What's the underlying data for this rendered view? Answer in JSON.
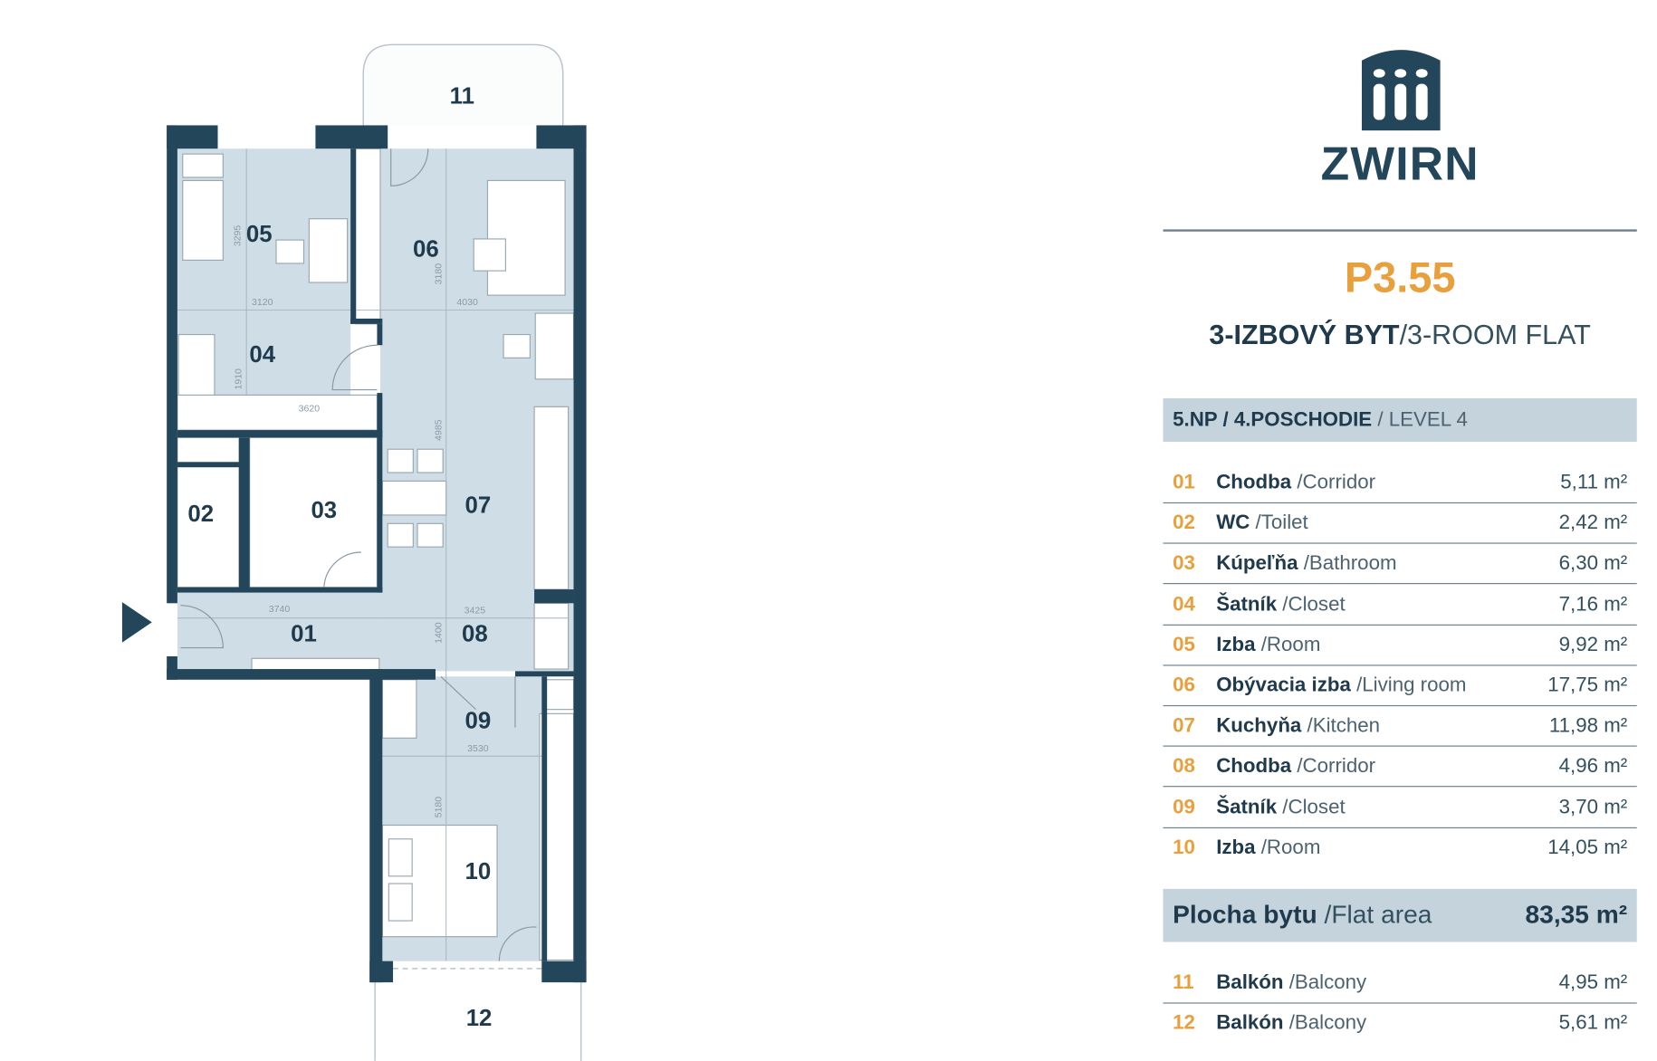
{
  "brand": {
    "name": "ZWIRN",
    "logo_icon": "building-arches-icon"
  },
  "flat": {
    "code": "P3.55",
    "type_sk": "3-IZBOVÝ BYT",
    "type_en": "/3-ROOM FLAT",
    "level_sk": "5.NP / 4.POSCHODIE",
    "level_en": " / LEVEL 4"
  },
  "rooms": [
    {
      "num": "01",
      "sk": "Chodba",
      "en": " /Corridor",
      "area": "5,11 m²"
    },
    {
      "num": "02",
      "sk": "WC",
      "en": " /Toilet",
      "area": "2,42 m²"
    },
    {
      "num": "03",
      "sk": "Kúpeľňa",
      "en": " /Bathroom",
      "area": "6,30 m²"
    },
    {
      "num": "04",
      "sk": "Šatník",
      "en": " /Closet",
      "area": "7,16 m²"
    },
    {
      "num": "05",
      "sk": "Izba",
      "en": " /Room",
      "area": "9,92 m²"
    },
    {
      "num": "06",
      "sk": "Obývacia izba",
      "en": " /Living room",
      "area": "17,75 m²"
    },
    {
      "num": "07",
      "sk": "Kuchyňa",
      "en": " /Kitchen",
      "area": "11,98 m²"
    },
    {
      "num": "08",
      "sk": "Chodba",
      "en": " /Corridor",
      "area": "4,96 m²"
    },
    {
      "num": "09",
      "sk": "Šatník",
      "en": " /Closet",
      "area": "3,70 m²"
    },
    {
      "num": "10",
      "sk": "Izba",
      "en": " /Room",
      "area": "14,05 m²"
    }
  ],
  "total": {
    "sk": "Plocha bytu",
    "en": " /Flat area",
    "area": "83,35 m²"
  },
  "balconies": [
    {
      "num": "11",
      "sk": "Balkón",
      "en": " /Balcony",
      "area": "4,95 m²"
    },
    {
      "num": "12",
      "sk": "Balkón",
      "en": " /Balcony",
      "area": "5,61 m²"
    }
  ],
  "plan": {
    "labels": {
      "r01": "01",
      "r02": "02",
      "r03": "03",
      "r04": "04",
      "r05": "05",
      "r06": "06",
      "r07": "07",
      "r08": "08",
      "r09": "09",
      "r10": "10",
      "r11": "11",
      "r12": "12"
    },
    "dims": {
      "d3295": "3295",
      "d3120": "3120",
      "d4030": "4030",
      "d3180": "3180",
      "d1910": "1910",
      "d3620": "3620",
      "d4985": "4985",
      "d3740": "3740",
      "d3425": "3425",
      "d1400": "1400",
      "d3530": "3530",
      "d5180": "5180"
    }
  },
  "colors": {
    "accent": "#e8a03d",
    "wall": "#24465a",
    "room_fill": "#cfdde6",
    "bar": "#c5d3dd"
  }
}
